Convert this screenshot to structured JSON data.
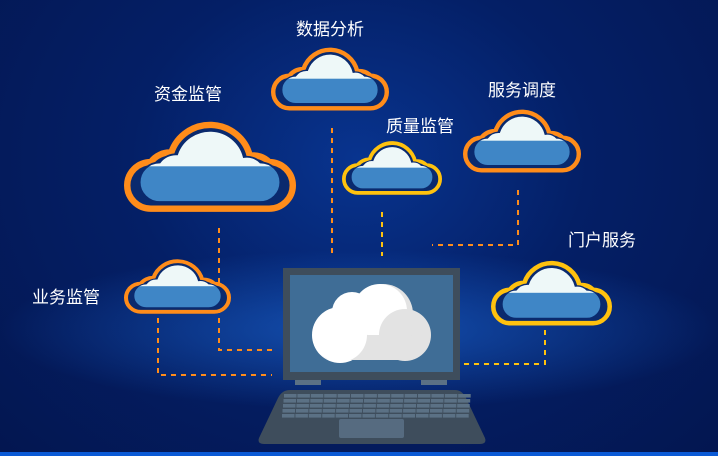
{
  "nodes": [
    {
      "id": "fund",
      "label": "资金监管",
      "border": "#ff8c1a"
    },
    {
      "id": "data",
      "label": "数据分析",
      "border": "#ff8c1a"
    },
    {
      "id": "quality",
      "label": "质量监管",
      "border": "#ffc20e"
    },
    {
      "id": "dispatch",
      "label": "服务调度",
      "border": "#ff8c1a"
    },
    {
      "id": "portal",
      "label": "门户服务",
      "border": "#ffc20e"
    },
    {
      "id": "business",
      "label": "业务监管",
      "border": "#ff8c1a"
    }
  ],
  "center": {
    "icon": "laptop-cloud-icon"
  }
}
